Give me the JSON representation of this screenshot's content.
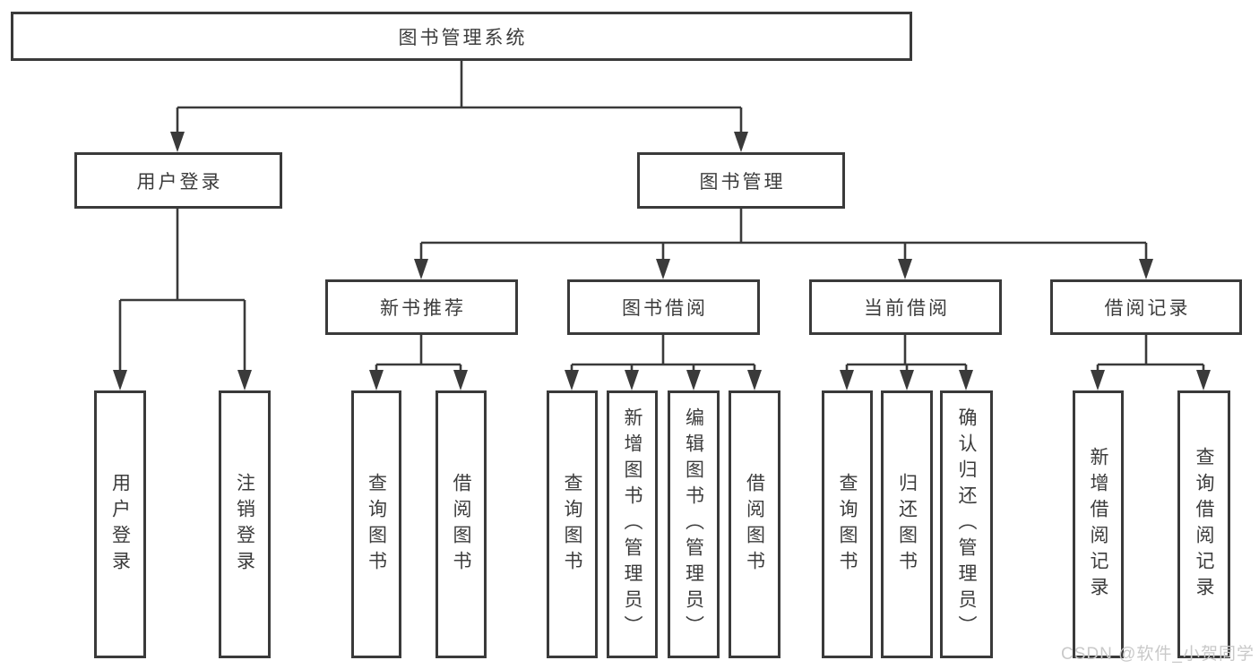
{
  "page": {
    "watermark": "CSDN @软件_小贺同学"
  },
  "colors": {
    "line": "#3a3a3a",
    "text": "#3c3c3c",
    "box_background": "#ffffff",
    "watermark": "#c9c9c9"
  },
  "diagram": {
    "type": "hierarchy-tree",
    "root": {
      "label": "图书管理系统"
    },
    "level2": [
      {
        "label": "用户登录",
        "parent": "图书管理系统"
      },
      {
        "label": "图书管理",
        "parent": "图书管理系统"
      }
    ],
    "level3": [
      {
        "label": "新书推荐",
        "parent": "图书管理"
      },
      {
        "label": "图书借阅",
        "parent": "图书管理"
      },
      {
        "label": "当前借阅",
        "parent": "图书管理"
      },
      {
        "label": "借阅记录",
        "parent": "图书管理"
      }
    ],
    "leaves": [
      {
        "label": "用户登录",
        "parent": "用户登录"
      },
      {
        "label": "注销登录",
        "parent": "用户登录"
      },
      {
        "label": "查询图书",
        "parent": "新书推荐"
      },
      {
        "label": "借阅图书",
        "parent": "新书推荐"
      },
      {
        "label": "查询图书",
        "parent": "图书借阅"
      },
      {
        "label": "新增图书（管理员）",
        "parent": "图书借阅"
      },
      {
        "label": "编辑图书（管理员）",
        "parent": "图书借阅"
      },
      {
        "label": "借阅图书",
        "parent": "图书借阅"
      },
      {
        "label": "查询图书",
        "parent": "当前借阅"
      },
      {
        "label": "归还图书",
        "parent": "当前借阅"
      },
      {
        "label": "确认归还（管理员）",
        "parent": "当前借阅"
      },
      {
        "label": "新增借阅记录",
        "parent": "借阅记录"
      },
      {
        "label": "查询借阅记录",
        "parent": "借阅记录"
      }
    ]
  }
}
